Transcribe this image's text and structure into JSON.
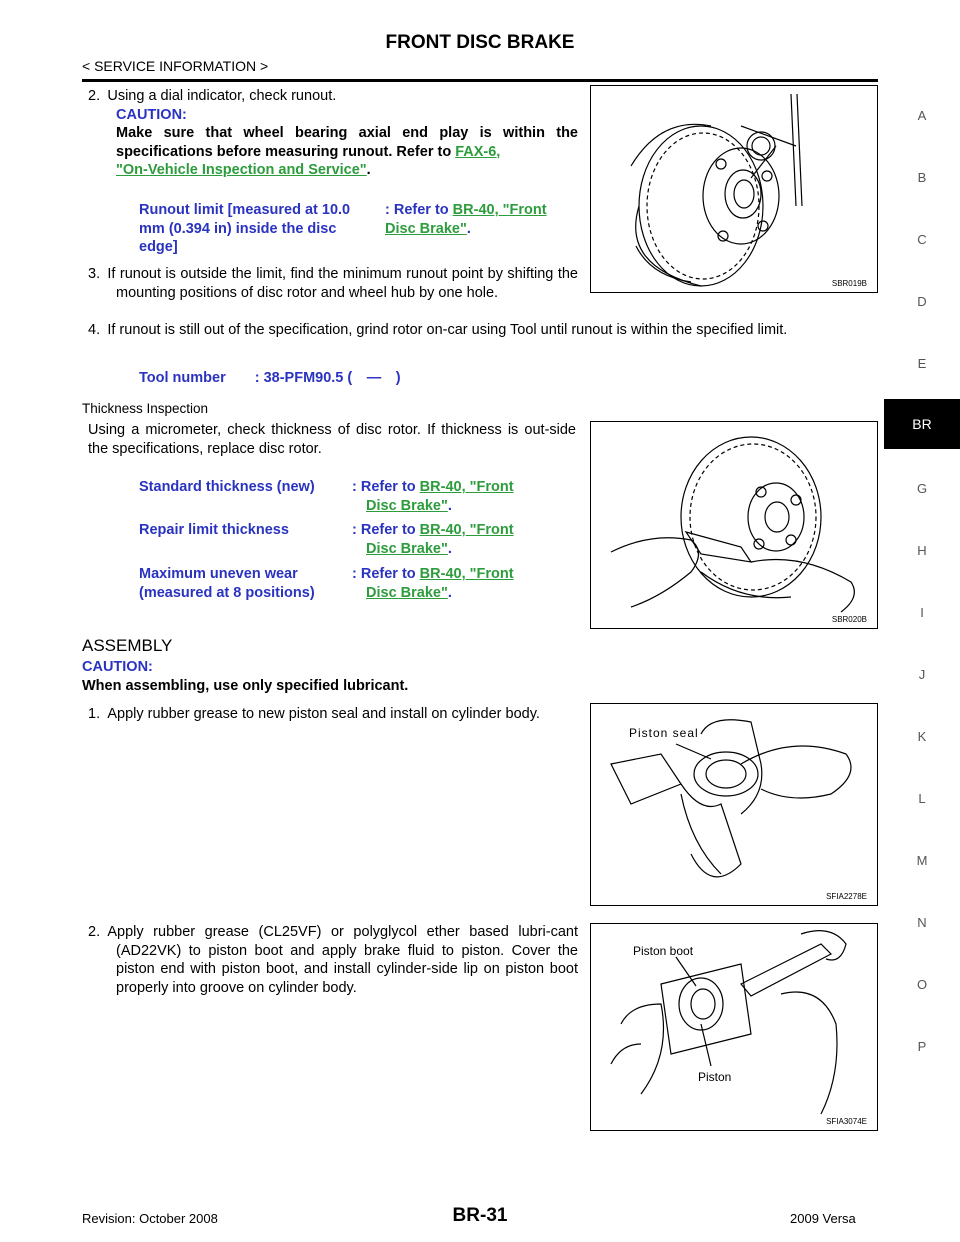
{
  "header": {
    "title": "FRONT DISC BRAKE",
    "subtitle": "< SERVICE INFORMATION >"
  },
  "side_index": [
    "A",
    "B",
    "C",
    "D",
    "E",
    "BR",
    "G",
    "H",
    "I",
    "J",
    "K",
    "L",
    "M",
    "N",
    "O",
    "P"
  ],
  "step2": {
    "text": "2. Using a dial indicator, check runout.",
    "caution_label": "CAUTION:",
    "caution_text": "Make sure that wheel bearing axial end play is within the specifications before measuring runout. Refer to ",
    "link_line1": "FAX-6,",
    "link_line2": "\"On-Vehicle Inspection and Service\"",
    "period": "."
  },
  "runout_spec": {
    "label": "Runout limit [measured at 10.0 mm (0.394 in) inside the disc edge]",
    "refer": ": Refer to ",
    "link_line1": "BR-40, \"Front",
    "link_line2": "Disc Brake\"",
    "period": "."
  },
  "step3": "3. If runout is outside the limit, find the minimum runout point by shifting the mounting positions of disc rotor and wheel hub by one hole.",
  "step4": "4. If runout is still out of the specification, grind rotor on-car using Tool until runout is within the specified limit.",
  "tool_line": "Tool number  : 38-PFM90.5 ( — )",
  "thickness": {
    "heading": "Thickness Inspection",
    "text": "Using a micrometer, check thickness of disc rotor. If thickness is out-side the specifications, replace disc rotor.",
    "specs": [
      {
        "label": "Standard thickness (new)",
        "refer": ": Refer to ",
        "link_line1": "BR-40, \"Front",
        "link_line2": "Disc Brake\"",
        "period": "."
      },
      {
        "label": "Repair limit thickness",
        "refer": ": Refer to ",
        "link_line1": "BR-40, \"Front",
        "link_line2": "Disc Brake\"",
        "period": "."
      },
      {
        "label": "Maximum uneven wear (measured at 8 positions)",
        "refer": ": Refer to ",
        "link_line1": "BR-40, \"Front",
        "link_line2": "Disc Brake\"",
        "period": "."
      }
    ]
  },
  "assembly": {
    "heading": "ASSEMBLY",
    "caution_label": "CAUTION:",
    "caution_text": "When assembling, use only specified lubricant.",
    "step1": "1. Apply rubber grease to new piston seal and install on cylinder body.",
    "step2": "2. Apply rubber grease (CL25VF) or polyglycol ether based lubri-cant (AD22VK) to piston boot and apply brake fluid to piston. Cover the piston end with piston boot, and install cylinder-side lip on piston boot properly into groove on cylinder body."
  },
  "figures": {
    "fig1": {
      "id": "SBR019B"
    },
    "fig2": {
      "id": "SBR020B"
    },
    "fig3": {
      "id": "SFIA2278E",
      "label": "Piston seal"
    },
    "fig4": {
      "id": "SFIA3074E",
      "label_boot": "Piston boot",
      "label_piston": "Piston"
    }
  },
  "footer": {
    "revision": "Revision: October 2008",
    "page": "BR-31",
    "model": "2009 Versa"
  }
}
